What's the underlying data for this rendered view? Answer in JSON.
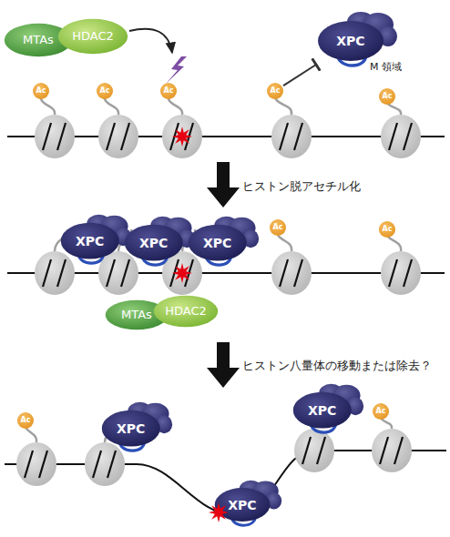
{
  "diagram": {
    "nodes": [
      {
        "text": [
          "MTAs"
        ]
      },
      {
        "text": [
          "HDAC2"
        ]
      },
      {
        "text": [
          "XPC"
        ]
      },
      {
        "text": [
          "Ac"
        ]
      },
      {
        "text": [
          "Ac"
        ]
      },
      {
        "text": [
          "Ac"
        ]
      },
      {
        "text": [
          "Ac"
        ]
      },
      {
        "text": [
          "Ac"
        ]
      },
      {
        "text": [
          "XPC"
        ]
      },
      {
        "text": [
          "XPC"
        ]
      },
      {
        "text": [
          "XPC"
        ]
      },
      {
        "text": [
          "Ac"
        ]
      },
      {
        "text": [
          "Ac"
        ]
      },
      {
        "text": [
          "MTAs"
        ]
      },
      {
        "text": [
          "HDAC2"
        ]
      },
      {
        "text": [
          "Ac"
        ]
      },
      {
        "text": [
          "XPC"
        ]
      },
      {
        "text": [
          "XPC"
        ]
      },
      {
        "text": [
          "Ac"
        ]
      },
      {
        "text": [
          "XPC"
        ]
      }
    ],
    "edges": [
      {
        "from": 6,
        "to": 2,
        "arrow": "to"
      }
    ],
    "labels": [
      "M 領域",
      "ヒストン脱アセチル化",
      "ヒストン八量体の移動または除去？"
    ]
  }
}
